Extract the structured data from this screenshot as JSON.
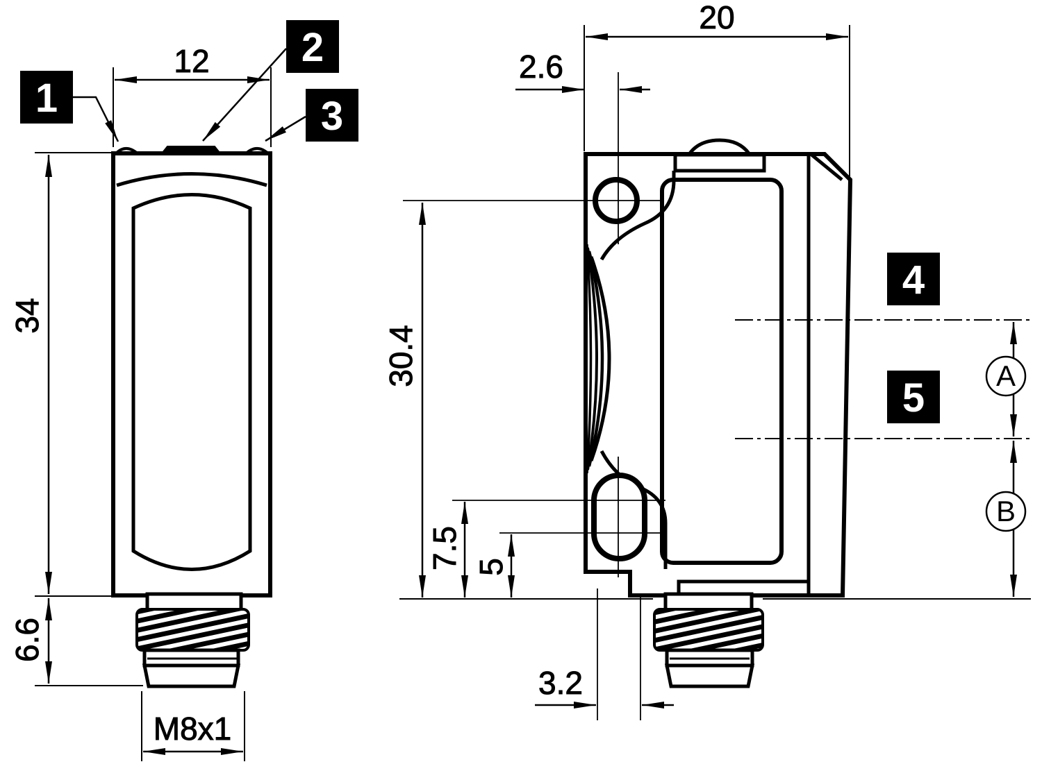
{
  "views": {
    "front": {
      "dims": {
        "width": "12",
        "height": "34",
        "connector_length": "6.6",
        "thread": "M8x1"
      },
      "callouts": {
        "c1": "1",
        "c2": "2",
        "c3": "3"
      }
    },
    "side": {
      "dims": {
        "depth": "20",
        "axis_offset": "2.6",
        "hole_center_to_bottom": "30.4",
        "slot_end_to_bottom": "7.5",
        "slot_center_to_bottom": "5",
        "slot_width": "3.2"
      },
      "callouts": {
        "c4": "4",
        "c5": "5"
      },
      "zones": {
        "a": "A",
        "b": "B"
      }
    },
    "colors": {
      "line": "#000000",
      "background": "#ffffff",
      "callout_bg": "#000000",
      "callout_text": "#ffffff"
    }
  }
}
